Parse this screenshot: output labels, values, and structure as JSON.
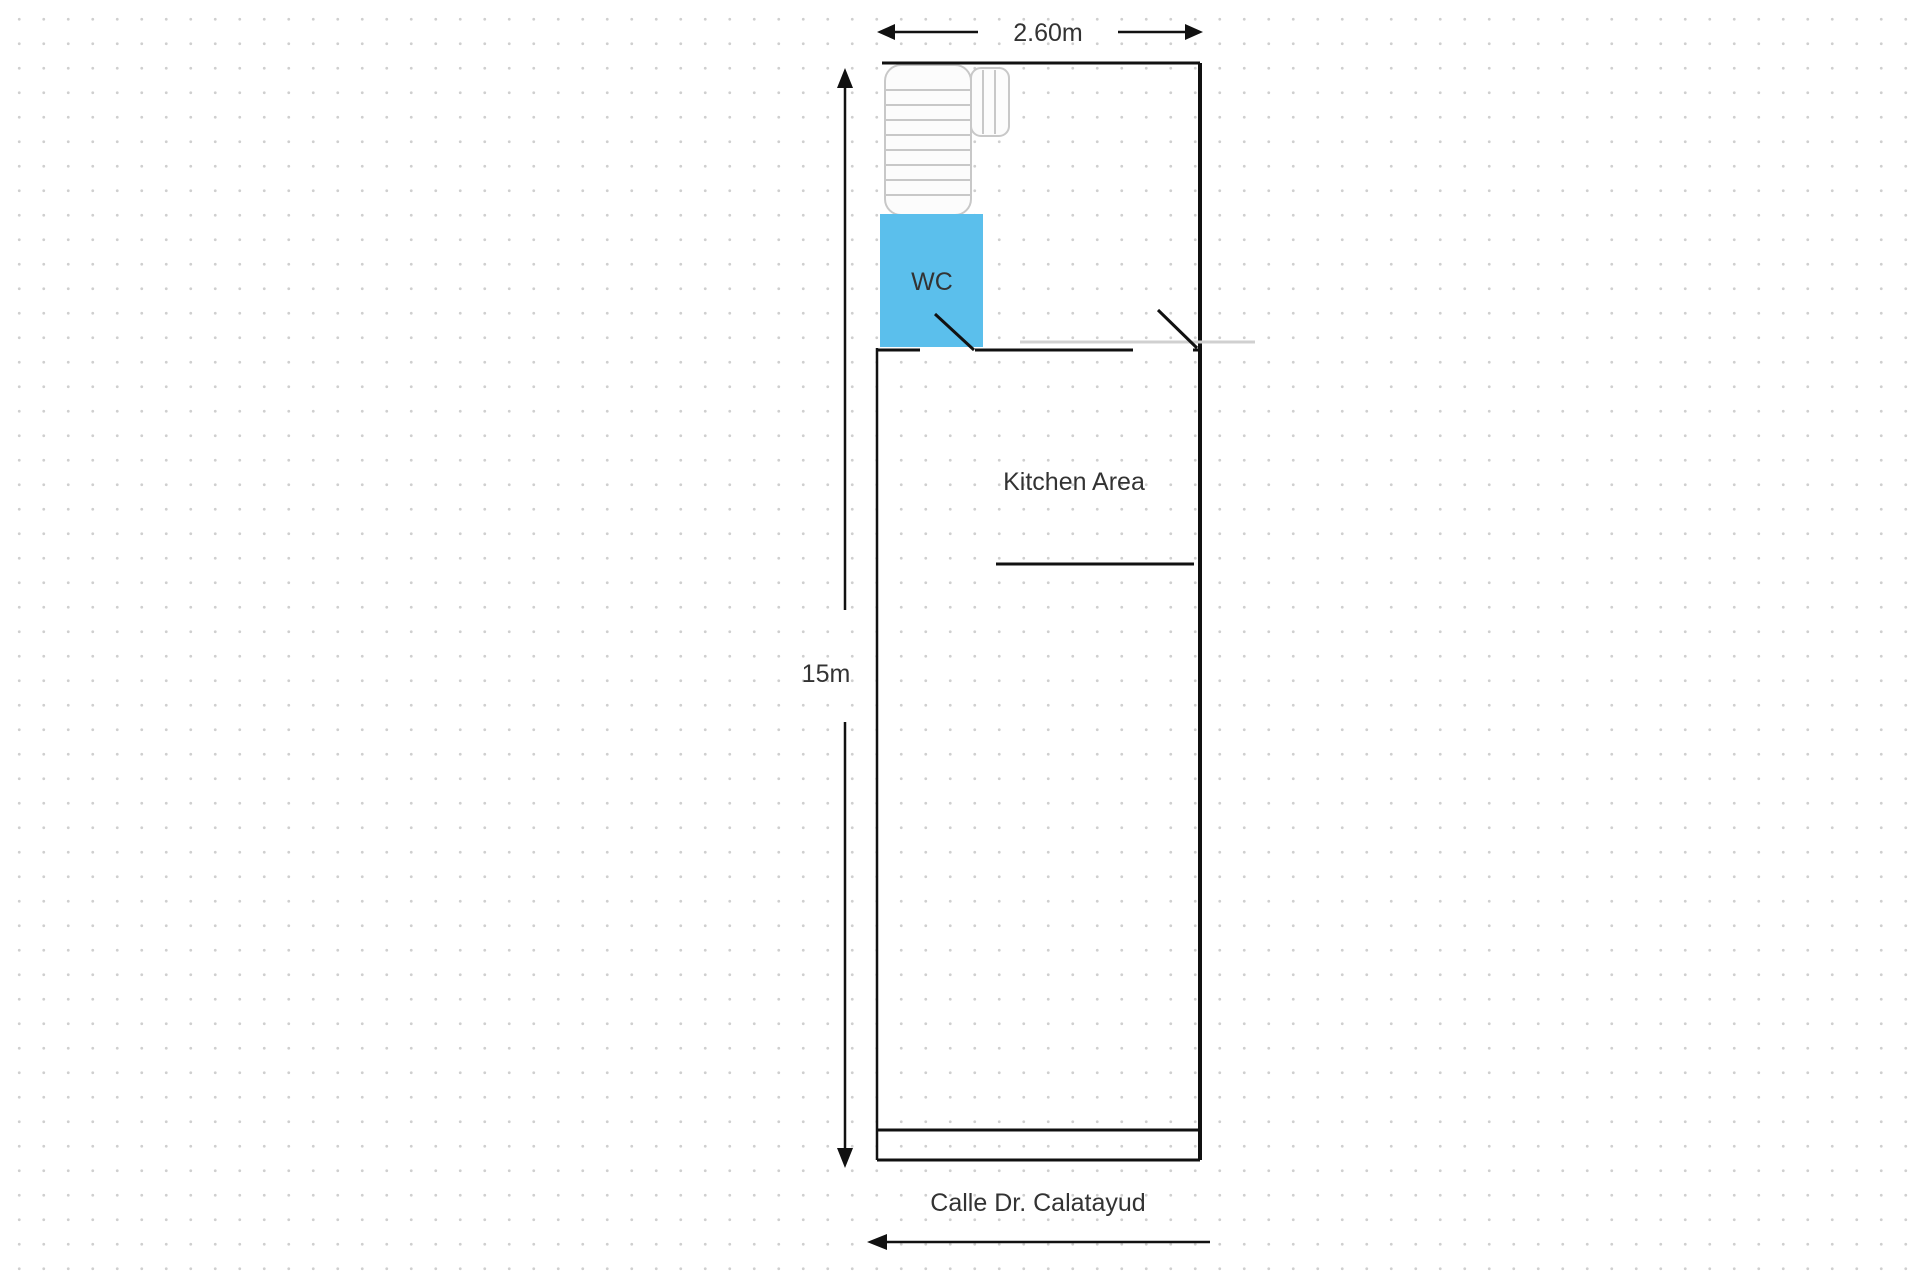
{
  "dimensions": {
    "width_label": "2.60m",
    "length_label": "15m"
  },
  "rooms": {
    "wc_label": "WC",
    "kitchen_label": "Kitchen Area"
  },
  "street": {
    "name": "Calle Dr. Calatayud"
  },
  "colors": {
    "wall": "#111111",
    "wc_fill": "#5bbfec",
    "stair_line": "#c8c8c8",
    "grid_dot": "#cfcfcf"
  }
}
